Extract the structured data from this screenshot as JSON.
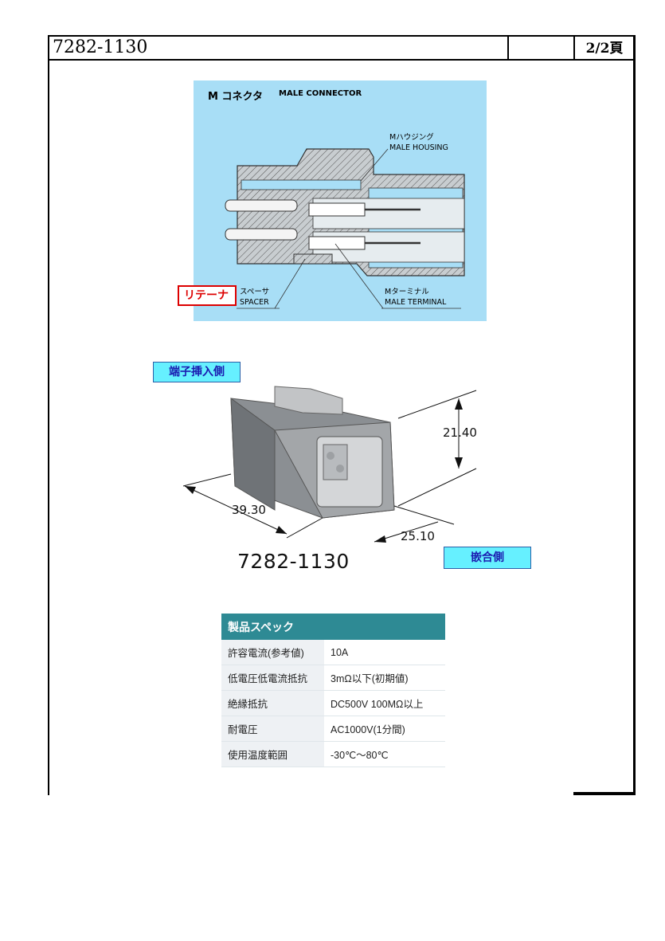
{
  "header": {
    "part_number": "7282-1130",
    "page": "2/2頁"
  },
  "section_drawing": {
    "title_jp": "M コネクタ",
    "title_en": "MALE CONNECTOR",
    "housing_jp": "Mハウジング",
    "housing_en": "MALE HOUSING",
    "spacer_jp": "スペーサ",
    "spacer_en": "SPACER",
    "terminal_jp": "Mターミナル",
    "terminal_en": "MALE TERMINAL",
    "retainer_label": "リテーナ"
  },
  "photo": {
    "insert_side_label": "端子挿入側",
    "mating_side_label": "嵌合側",
    "part_caption": "7282-1130",
    "dim_height": "21.40",
    "dim_length": "39.30",
    "dim_width": "25.10"
  },
  "spec_table": {
    "header": "製品スペック",
    "rows": [
      {
        "key": "許容電流(参考値)",
        "value": "10A"
      },
      {
        "key": "低電圧低電流抵抗",
        "value": "3mΩ以下(初期値)"
      },
      {
        "key": "絶縁抵抗",
        "value": "DC500V 100MΩ以上"
      },
      {
        "key": "耐電圧",
        "value": "AC1000V(1分間)"
      },
      {
        "key": "使用温度範囲",
        "value": "-30℃～80℃"
      }
    ]
  },
  "colors": {
    "drawing_background": "#a8def6",
    "tag_background": "#66f0ff",
    "table_header": "#2e8a94",
    "retainer_red": "#dd0000"
  }
}
